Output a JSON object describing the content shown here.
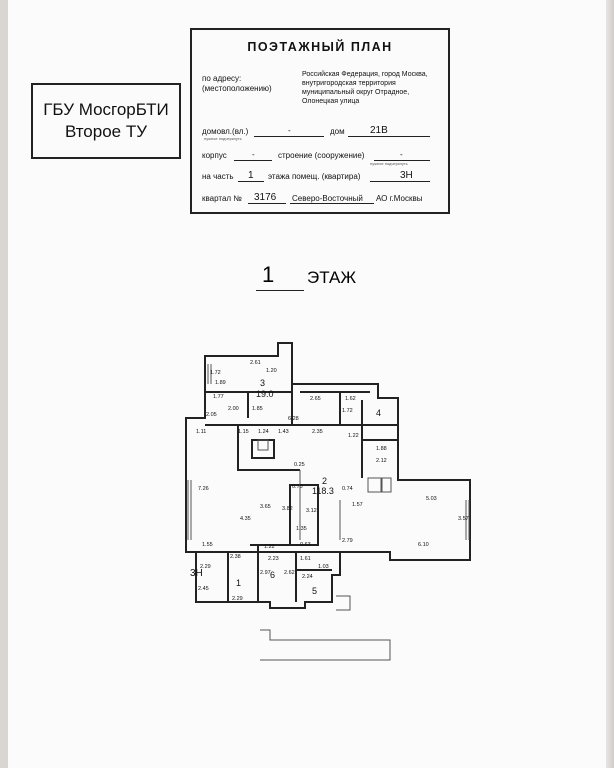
{
  "stamp": {
    "line1": "ГБУ МосгорБТИ",
    "line2": "Второе ТУ"
  },
  "header": {
    "title": "ПОЭТАЖНЫЙ ПЛАН",
    "address_label_1": "по адресу:",
    "address_label_2": "(местоположению)",
    "address_value": "Российская Федерация, город Москва, внутригородская территория муниципальный округ Отрадное, Олонецкая улица",
    "domovl_label": "домовл.(вл.)",
    "domovl_value": "-",
    "dom_label": "дом",
    "dom_value": "21В",
    "korpus_label": "корпус",
    "korpus_value": "-",
    "stroenie_label": "строение (сооружение)",
    "stroenie_value": "-",
    "na_chast_label": "на часть",
    "na_chast_value": "1",
    "etazh_label": "этажа помещ. (квартира)",
    "etazh_value": "3Н",
    "kvartal_label": "квартал №",
    "kvartal_value": "3176",
    "okrug_value": "Северо-Восточный",
    "okrug_suffix": "АО г.Москвы",
    "hint": "нужное подчеркнуть"
  },
  "floor": {
    "number": "1",
    "label": "ЭТАЖ"
  },
  "plan": {
    "premises_label": "3Н",
    "rooms": [
      {
        "no": "3",
        "area": "19.0"
      },
      {
        "no": "2",
        "area": "118.3"
      },
      {
        "no": "4",
        "area": ""
      },
      {
        "no": "1",
        "area": ""
      },
      {
        "no": "6",
        "area": ""
      },
      {
        "no": "5",
        "area": ""
      }
    ],
    "dims": [
      "2.61",
      "1.72",
      "1.20",
      "1.89",
      "1.77",
      "2.05",
      "2.00",
      "1.85",
      "2.65",
      "1.62",
      "1.72",
      "6.28",
      "1.11",
      "1.15",
      "1.24",
      "1.43",
      "2.35",
      "1.22",
      "1.88",
      "2.12",
      "0.25",
      "7.26",
      "4.35",
      "3.65",
      "3.82",
      "3.12",
      "5.03",
      "3.57",
      "1.57",
      "0.74",
      "2.79",
      "6.10",
      "1.55",
      "2.29",
      "2.23",
      "1.22",
      "1.03",
      "2.24",
      "2.45",
      "2.29",
      "2.97",
      "2.62",
      "1.61",
      "2.38",
      "0.63",
      "0.75",
      "1.35"
    ]
  }
}
